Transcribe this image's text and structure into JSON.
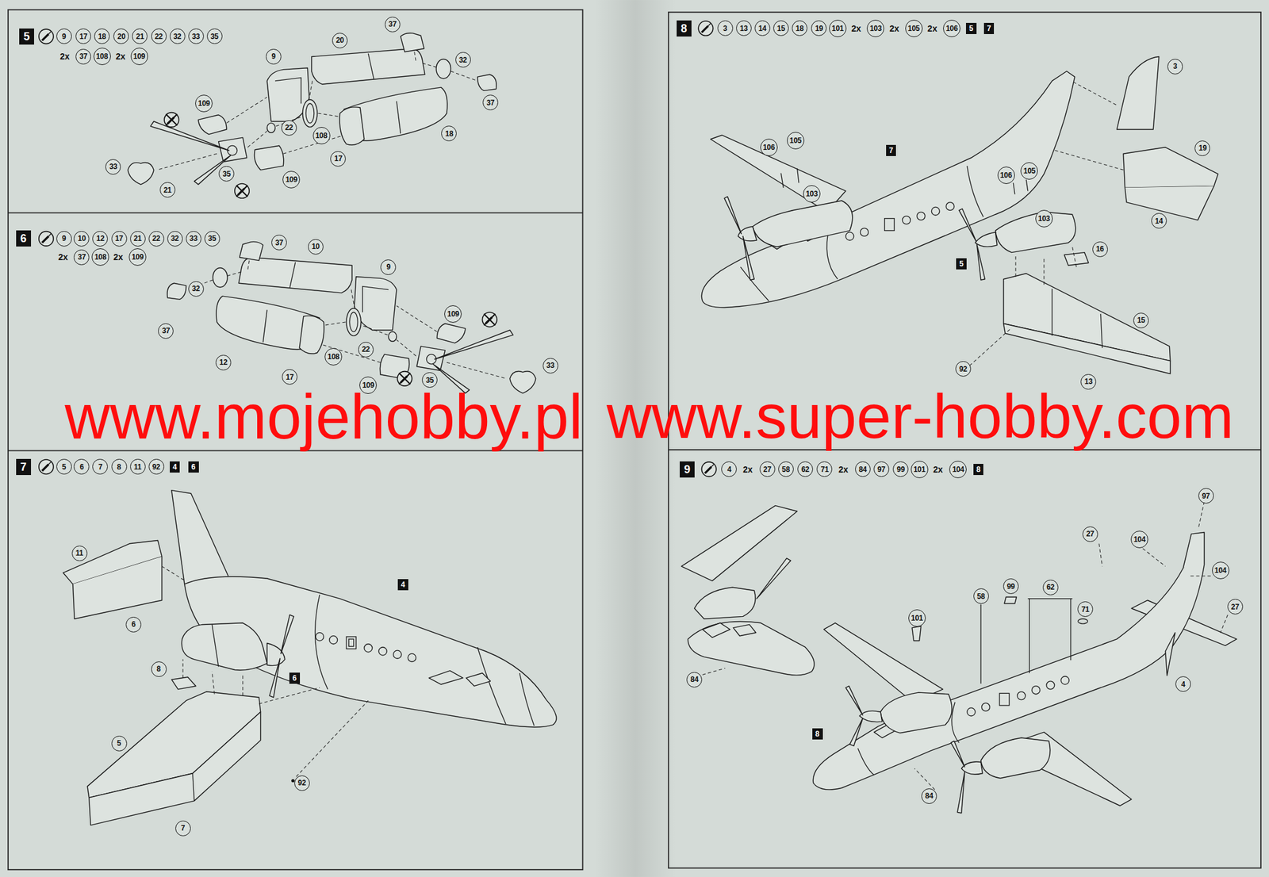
{
  "diagram": {
    "labels": [
      "5",
      "9",
      "17",
      "18",
      "20",
      "21",
      "22",
      "32",
      "33",
      "35",
      "2x",
      "37",
      "108",
      "2x",
      "109",
      "37",
      "20",
      "9",
      "32",
      "37",
      "109",
      "22",
      "108",
      "18",
      "17",
      "35",
      "109",
      "33",
      "21",
      "6",
      "9",
      "10",
      "12",
      "17",
      "21",
      "22",
      "32",
      "33",
      "35",
      "2x",
      "37",
      "108",
      "2x",
      "109",
      "37",
      "10",
      "9",
      "32",
      "37",
      "109",
      "22",
      "12",
      "108",
      "17",
      "35",
      "109",
      "33",
      "7",
      "5",
      "6",
      "7",
      "8",
      "11",
      "92",
      "4",
      "6",
      "11",
      "4",
      "6",
      "8",
      "6",
      "5",
      "92",
      "7",
      "8",
      "3",
      "13",
      "14",
      "15",
      "18",
      "19",
      "101",
      "2x",
      "103",
      "2x",
      "105",
      "2x",
      "106",
      "5",
      "7",
      "3",
      "7",
      "19",
      "106",
      "105",
      "106",
      "105",
      "103",
      "103",
      "14",
      "16",
      "5",
      "15",
      "92",
      "13",
      "9",
      "4",
      "2x",
      "27",
      "58",
      "62",
      "71",
      "2x",
      "84",
      "97",
      "99",
      "101",
      "2x",
      "104",
      "8",
      "97",
      "27",
      "104",
      "104",
      "58",
      "99",
      "62",
      "71",
      "27",
      "101",
      "4",
      "8",
      "84",
      "84",
      "www.mojehobby.pl",
      "www.super-hobby.com"
    ]
  }
}
